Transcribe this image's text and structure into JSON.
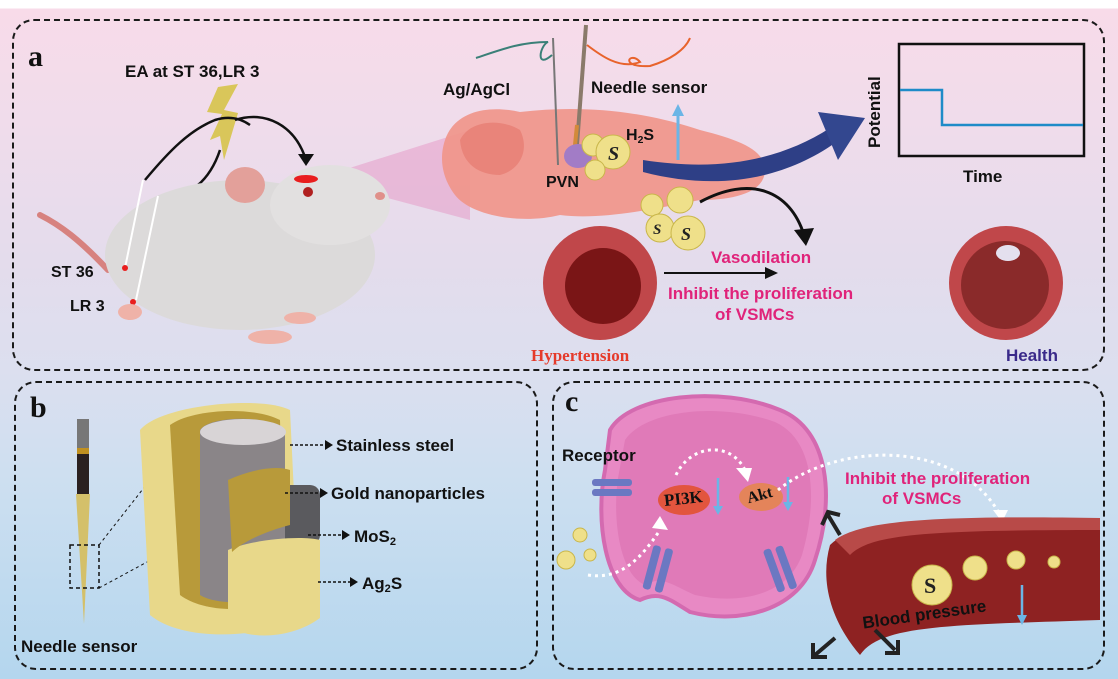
{
  "panels": {
    "a": {
      "label": "a",
      "ea_title": "EA at ST 36,LR 3",
      "acupoints": [
        "ST 36",
        "LR 3"
      ],
      "electrodes": {
        "reference": "Ag/AgCl",
        "working": "Needle sensor"
      },
      "brain_region": "PVN",
      "molecule": {
        "main": "H",
        "sub": "2",
        "tail": "S"
      },
      "graph": {
        "ylabel": "Potential",
        "xlabel": "Time",
        "line_color": "#1e8bc8"
      },
      "effects": [
        "Vasodilation",
        "Inhibit the proliferation",
        "of VSMCs"
      ],
      "states": {
        "before": "Hypertension",
        "after": "Health"
      }
    },
    "b": {
      "label": "b",
      "caption": "Needle sensor",
      "layers": [
        {
          "name": "Stainless steel"
        },
        {
          "name": "Gold nanoparticles"
        },
        {
          "name": "MoS",
          "sub": "2"
        },
        {
          "name": "Ag",
          "sub": "2",
          "tail": "S"
        }
      ]
    },
    "c": {
      "label": "c",
      "receptor": "Receptor",
      "proteins": [
        "PI3K",
        "Akt"
      ],
      "effect": [
        "Inhibit the proliferation",
        "of VSMCs"
      ],
      "outcome": "Blood pressure"
    }
  },
  "colors": {
    "accent_pink": "#e0237a",
    "hypertension_red": "#e53a2a",
    "health_navy": "#3a2a8a",
    "h2s_yellow": "#efe08a"
  }
}
